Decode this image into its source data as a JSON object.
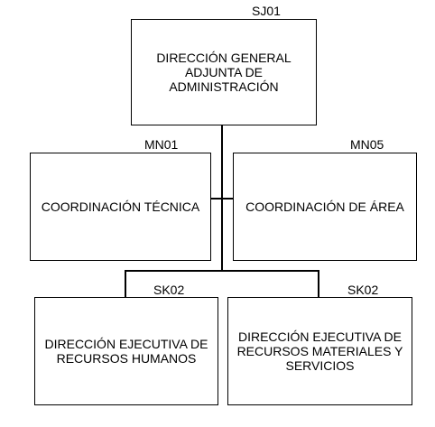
{
  "org_chart": {
    "nodes": {
      "root": {
        "code": "SJ01",
        "title": "DIRECCIÓN GENERAL\nADJUNTA DE\nADMINISTRACIÓN"
      },
      "left": {
        "code": "MN01",
        "title": "COORDINACIÓN TÉCNICA"
      },
      "right": {
        "code": "MN05",
        "title": "COORDINACIÓN DE ÁREA"
      },
      "bottom_left": {
        "code": "SK02",
        "title": "DIRECCIÓN EJECUTIVA DE\nRECURSOS HUMANOS"
      },
      "bottom_right": {
        "code": "SK02",
        "title": "DIRECCIÓN EJECUTIVA DE\nRECURSOS MATERIALES Y\nSERVICIOS"
      }
    }
  }
}
